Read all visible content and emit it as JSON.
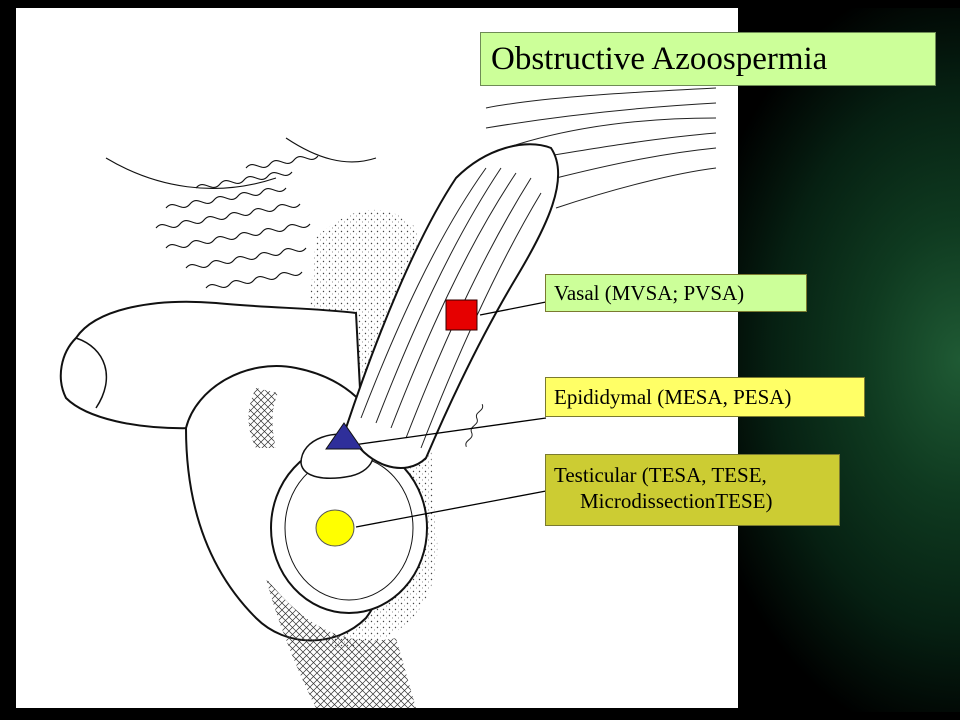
{
  "title": "Obstructive Azoospermia",
  "labels": {
    "vasal": "Vasal (MVSA; PVSA)",
    "epididymal": "Epididymal (MESA, PESA)",
    "testicular_line1": "Testicular (TESA, TESE,",
    "testicular_line2": "MicrodissectionTESE)"
  },
  "colors": {
    "title_bg": "#ccff99",
    "vasal_bg": "#ccff99",
    "epididymal_bg": "#ffff66",
    "testicular_bg": "#cccc33",
    "marker_vasal": "#e60000",
    "marker_epididymal": "#2f2f9a",
    "marker_testicular": "#ffff00"
  },
  "markers": [
    {
      "shape": "square",
      "site": "vasal"
    },
    {
      "shape": "triangle",
      "site": "epididymal"
    },
    {
      "shape": "circle",
      "site": "testicular"
    }
  ]
}
